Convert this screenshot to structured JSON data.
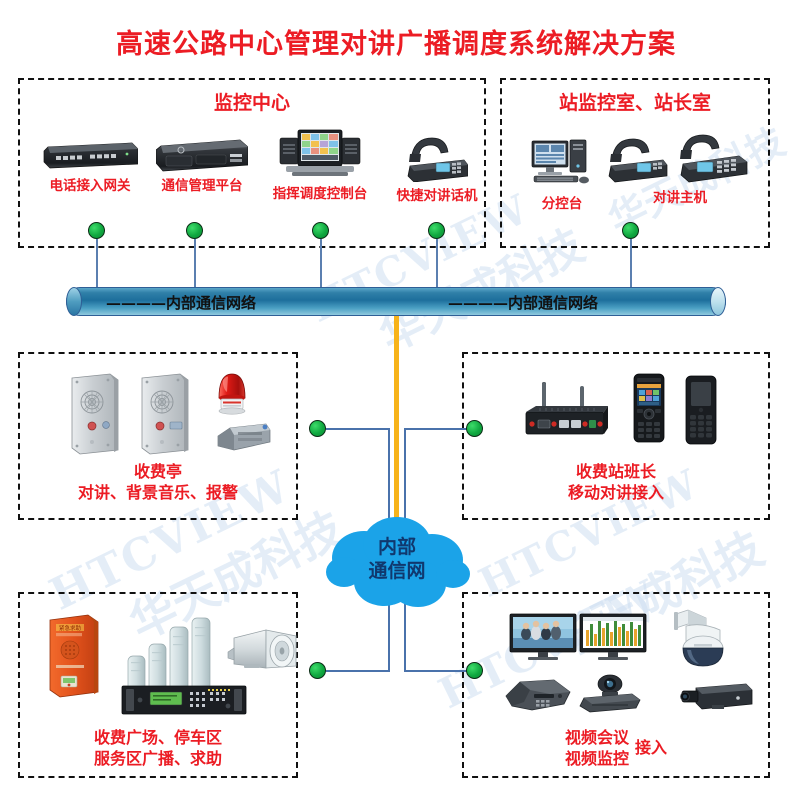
{
  "title": "高速公路中心管理对讲广播调度系统解决方案",
  "watermark": {
    "en": "HTCVIEW",
    "cn": "华天成科技"
  },
  "network_bar": {
    "label_left": "————内部通信网络",
    "label_right": "————内部通信网络"
  },
  "cloud": {
    "line1": "内部",
    "line2": "通信网"
  },
  "panels": {
    "monitoring_center": {
      "title": "监控中心",
      "devices": [
        {
          "label": "电话接入网关",
          "icon": "gateway-icon"
        },
        {
          "label": "通信管理平台",
          "icon": "server-icon"
        },
        {
          "label": "指挥调度控制台",
          "icon": "dispatch-console-icon"
        },
        {
          "label": "快捷对讲话机",
          "icon": "ip-phone-icon"
        }
      ]
    },
    "station_room": {
      "title": "站监控室、站长室",
      "devices": [
        {
          "label": "分控台",
          "icon": "desktop-pc-icon"
        },
        {
          "label": "对讲主机",
          "icon": "intercom-host-icon"
        }
      ]
    },
    "toll_booth": {
      "caption_line1": "收费亭",
      "caption_line2": "对讲、背景音乐、报警",
      "icons": [
        "intercom-panel-icon",
        "intercom-panel-icon",
        "alarm-beacon-icon",
        "horn-driver-icon"
      ]
    },
    "toll_supervisor": {
      "caption_line1": "收费站班长",
      "caption_line2": "移动对讲接入",
      "icons": [
        "wireless-router-icon",
        "rugged-handset-icon",
        "rugged-handset-icon"
      ]
    },
    "broadcast_area": {
      "caption_line1": "收费广场、停车区",
      "caption_line2": "服务区广播、求助",
      "icons": [
        "emergency-call-box-icon",
        "column-speaker-icon",
        "amplifier-rack-icon",
        "horn-speaker-icon"
      ]
    },
    "video_access": {
      "caption_line1": "视频会议",
      "caption_line2": "视频监控",
      "caption_suffix": "接入",
      "icons": [
        "monitor-pair-icon",
        "ptz-dome-camera-icon",
        "conference-phone-icon",
        "video-codec-icon",
        "box-camera-icon"
      ]
    }
  },
  "colors": {
    "title_red": "#ec1c24",
    "node_green": "#10a840",
    "cloud_blue": "#1ba3e8",
    "link_blue": "#4a72ab",
    "trunk_orange": "#f7b31a",
    "bar_blue": "#2f7fa8"
  }
}
